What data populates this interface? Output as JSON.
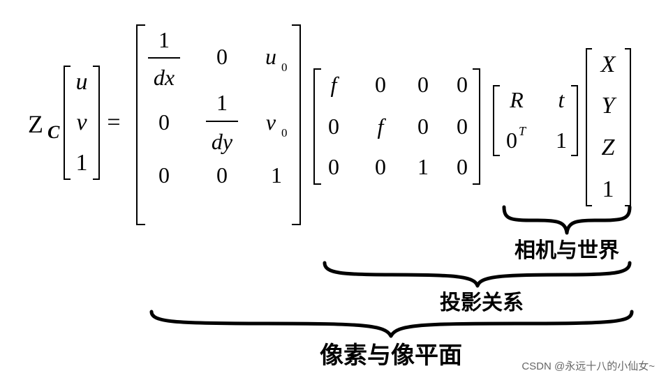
{
  "lhs": {
    "scale": "Z",
    "scale_sub": "C",
    "vector": [
      "u",
      "v",
      "1"
    ],
    "equals": "="
  },
  "intrinsic": {
    "r1": [
      "1",
      "dx",
      "0",
      "u",
      "0"
    ],
    "r2": [
      "0",
      "1",
      "dy",
      "v",
      "0"
    ],
    "r3": [
      "0",
      "0",
      "1"
    ]
  },
  "projection": [
    [
      "f",
      "0",
      "0",
      "0"
    ],
    [
      "0",
      "f",
      "0",
      "0"
    ],
    [
      "0",
      "0",
      "1",
      "0"
    ]
  ],
  "extrinsic": {
    "r1": [
      "R",
      "t"
    ],
    "r2": [
      "0",
      "T",
      "1"
    ]
  },
  "world": [
    "X",
    "Y",
    "Z",
    "1"
  ],
  "labels": {
    "camera_world": "相机与世界",
    "projection": "投影关系",
    "pixel_image": "像素与像平面"
  },
  "watermark": "CSDN @永远十八的小仙女~"
}
